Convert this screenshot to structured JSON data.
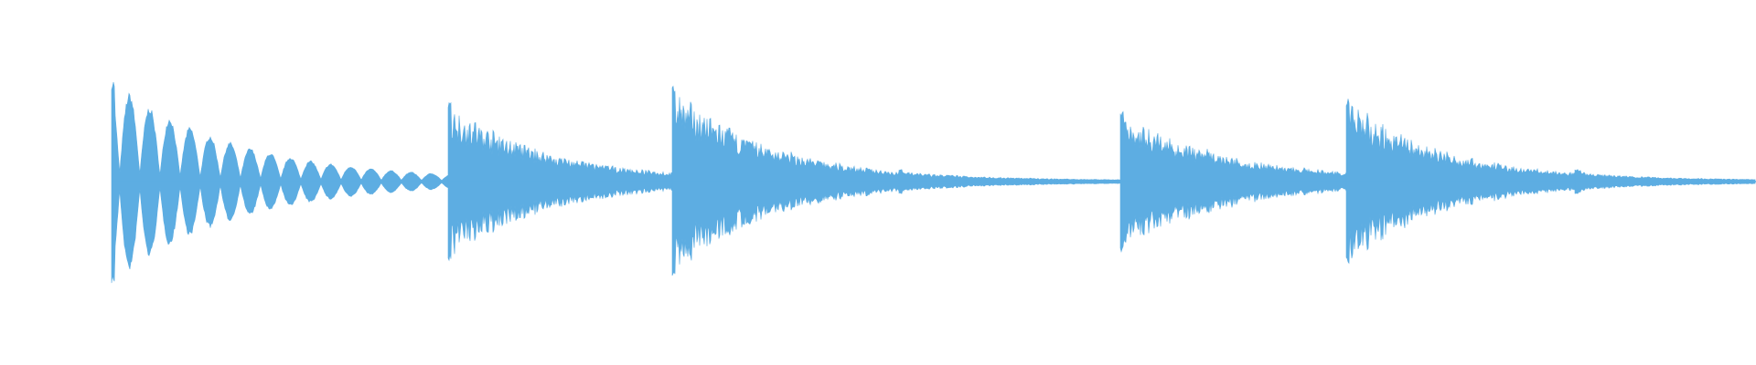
{
  "chart_data": {
    "type": "area",
    "description_kind": "audio-waveform",
    "color": "#5dade2",
    "background": "#ffffff",
    "grid": false,
    "axes_visible": false,
    "legend": "none",
    "time_range": [
      0,
      1
    ],
    "amplitude_range": [
      -1,
      1
    ],
    "events": [
      {
        "onset": 0.0,
        "peak": 1.0,
        "decay": 0.075,
        "character": "low-tone-beating"
      },
      {
        "onset": 0.205,
        "peak": 0.79,
        "decay": 0.06,
        "character": "bright-tone"
      },
      {
        "onset": 0.341,
        "peak": 0.95,
        "decay": 0.06,
        "character": "bright-tone"
      },
      {
        "onset": 0.479,
        "peak": 0.12,
        "decay": 0.015,
        "character": "bright-tone"
      },
      {
        "onset": 0.614,
        "peak": 0.7,
        "decay": 0.065,
        "character": "bright-tone"
      },
      {
        "onset": 0.751,
        "peak": 0.82,
        "decay": 0.06,
        "character": "bright-tone"
      },
      {
        "onset": 0.89,
        "peak": 0.12,
        "decay": 0.02,
        "character": "bright-tone"
      }
    ]
  }
}
